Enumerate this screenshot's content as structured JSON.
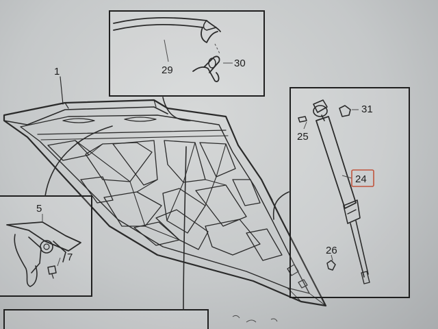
{
  "parts": {
    "hood": "1",
    "lock": "5",
    "lock_pin": "7",
    "seal_strip": "29",
    "seal_clip": "30",
    "strut": "24",
    "ball_stud": "25",
    "clip_upper": "31",
    "bracket_lower": "26"
  },
  "colors": {
    "highlight": "#c0543c",
    "line": "#2a2a2a"
  }
}
